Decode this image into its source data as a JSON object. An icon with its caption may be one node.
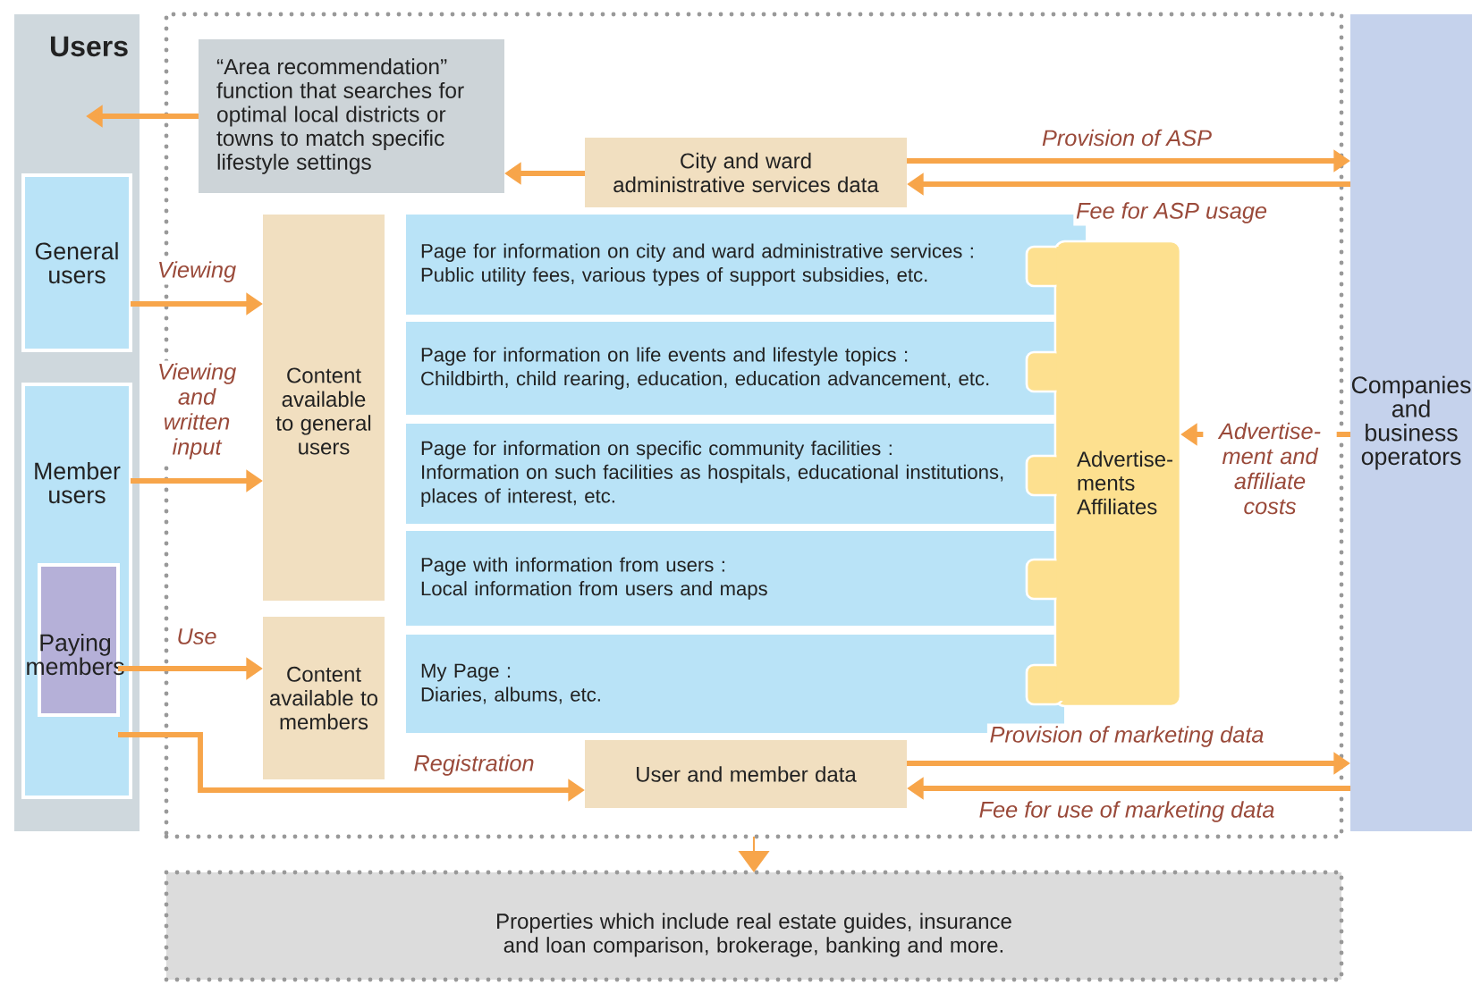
{
  "diagram": {
    "nodes": [
      {
        "text": [
          "Users"
        ]
      },
      {
        "text": [
          "General users"
        ],
        "in": 0
      },
      {
        "text": [
          "Member users"
        ],
        "in": 0
      },
      {
        "text": [
          "Paying members"
        ],
        "in": 2
      },
      {
        "text": [],
        "shape": "box"
      },
      {
        "text": [
          "“Area recommendation” function that searches for optimal local districts or towns to match specific lifestyle settings"
        ],
        "in": 4
      },
      {
        "text": [
          "City and ward administrative services data"
        ],
        "in": 4
      },
      {
        "text": [
          "Content available to general users"
        ],
        "in": 4
      },
      {
        "text": [
          "Content available to members"
        ],
        "in": 4
      },
      {
        "text": [
          "Page for information on city and ward administrative services :",
          "Public utility fees, various types of support subsidies, etc."
        ],
        "in": 4
      },
      {
        "text": [
          "Page for information on life events and lifestyle topics :",
          "Childbirth, child rearing, education, education advancement, etc."
        ],
        "in": 4
      },
      {
        "text": [
          "Page for information on specific community facilities :",
          "Information on such facilities as hospitals, educational institutions, places of interest, etc."
        ],
        "in": 4
      },
      {
        "text": [
          "Page with information from users :",
          "Local information from users and maps"
        ],
        "in": 4
      },
      {
        "text": [
          "My Page :",
          "Diaries, albums, etc."
        ],
        "in": 4
      },
      {
        "text": [
          "Advertise- ments Affiliates"
        ],
        "in": 4
      },
      {
        "text": [
          "User and member data"
        ],
        "in": 4
      },
      {
        "text": [
          "Companies and business operators"
        ]
      },
      {
        "text": [
          "Properties which include real estate guides, insurance and loan comparison, brokerage, banking and more."
        ]
      }
    ],
    "edges": [
      {
        "from": 5,
        "to": 0,
        "arrow": "to"
      },
      {
        "from": 6,
        "to": 5,
        "arrow": "to"
      },
      {
        "from": 6,
        "to": 16,
        "arrow": "to",
        "label": "Provision of ASP"
      },
      {
        "from": 16,
        "to": 6,
        "arrow": "to",
        "label": "Fee for ASP usage"
      },
      {
        "from": 1,
        "to": 7,
        "arrow": "to",
        "label": "Viewing"
      },
      {
        "from": 2,
        "to": 7,
        "arrow": "to",
        "label": "Viewing and written input"
      },
      {
        "from": 3,
        "to": 8,
        "arrow": "to",
        "label": "Use"
      },
      {
        "from": 3,
        "to": 15,
        "arrow": "to",
        "label": "Registration"
      },
      {
        "from": 16,
        "to": 14,
        "arrow": "to",
        "label": "Advertise- ment and affiliate costs"
      },
      {
        "from": 15,
        "to": 16,
        "arrow": "to",
        "label": "Provision of marketing data"
      },
      {
        "from": 16,
        "to": 15,
        "arrow": "to",
        "label": "Fee for use of marketing data"
      },
      {
        "from": 4,
        "to": 17,
        "arrow": "to"
      }
    ]
  }
}
